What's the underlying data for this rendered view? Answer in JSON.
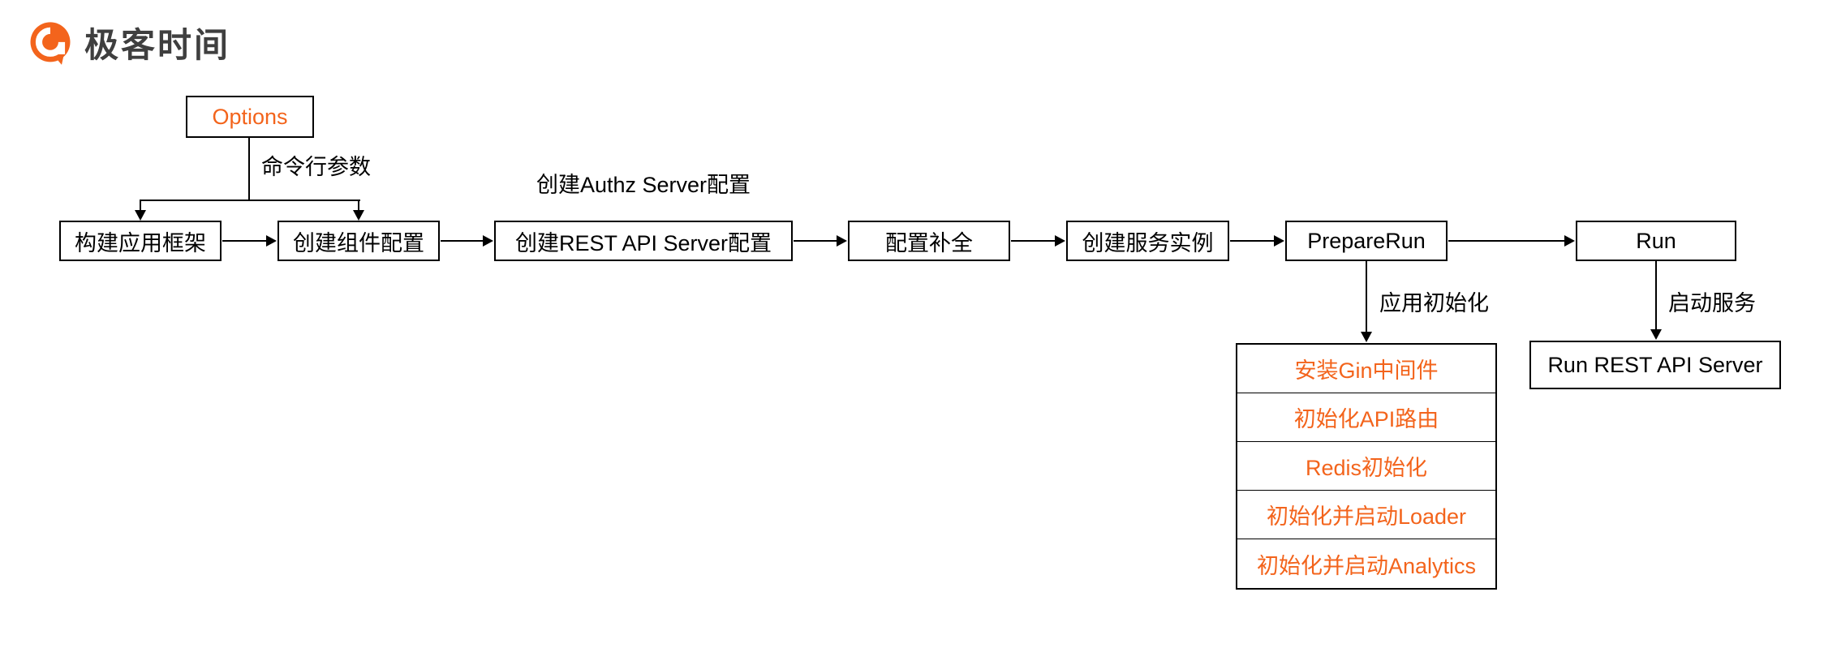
{
  "brand": {
    "logo_text": "极客时间",
    "accent_color": "#f3641c"
  },
  "flow": {
    "options_label": "Options",
    "options_note": "命令行参数",
    "authz_note": "创建Authz Server配置",
    "main_boxes": [
      "构建应用框架",
      "创建组件配置",
      "创建REST API Server配置",
      "配置补全",
      "创建服务实例",
      "PrepareRun",
      "Run"
    ],
    "prepare_note": "应用初始化",
    "run_note": "启动服务",
    "init_steps": [
      "安装Gin中间件",
      "初始化API路由",
      "Redis初始化",
      "初始化并启动Loader",
      "初始化并启动Analytics"
    ],
    "run_result_box": "Run REST API Server"
  }
}
